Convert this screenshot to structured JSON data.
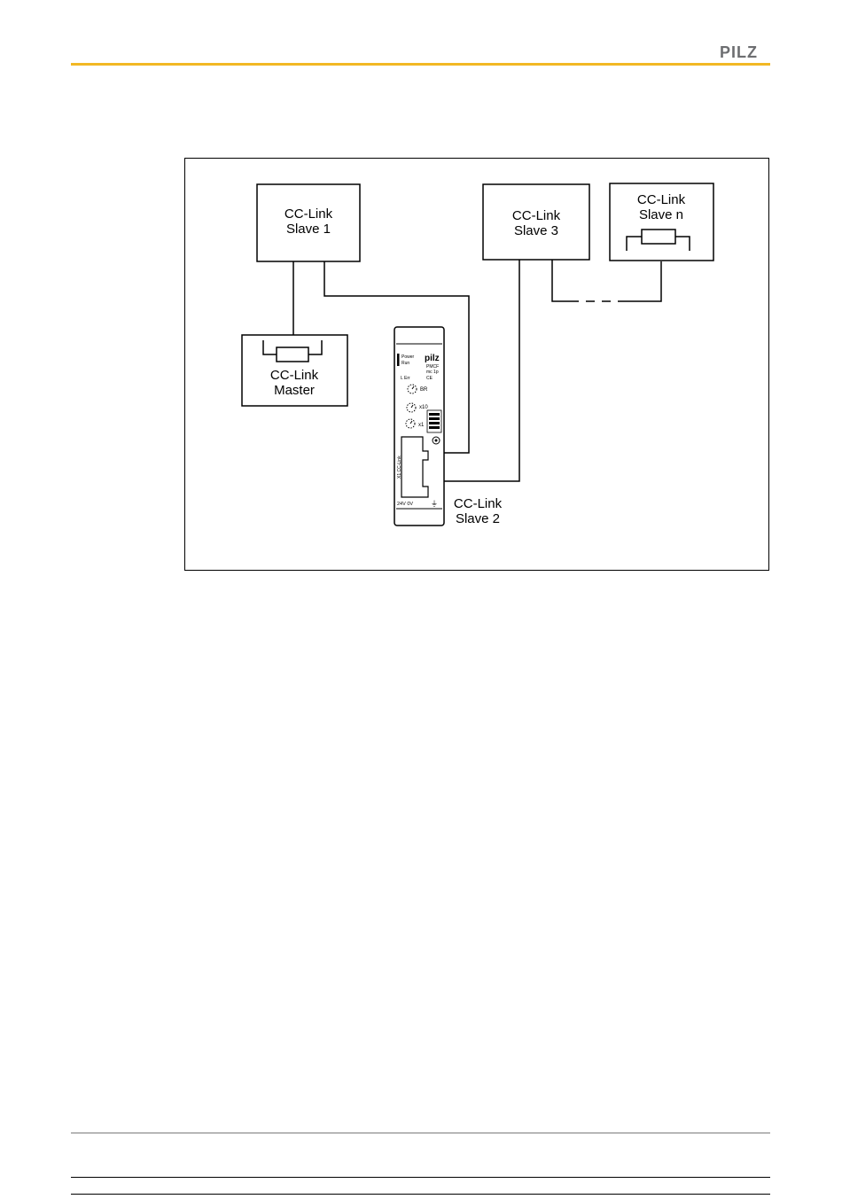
{
  "header": {
    "logo_text": "PILZ",
    "accent_color": "#f2b824"
  },
  "diagram": {
    "nodes": {
      "slave1": [
        "CC-Link",
        "Slave 1"
      ],
      "master": [
        "CC-Link",
        "Master"
      ],
      "slave3": [
        "CC-Link",
        "Slave 3"
      ],
      "slaven": [
        "CC-Link",
        "Slave n"
      ],
      "slave2": [
        "CC-Link",
        "Slave 2"
      ]
    },
    "device": {
      "brand": "pilz",
      "led_labels": [
        "Power",
        "Run",
        "L Err"
      ],
      "model": [
        "PMCF",
        "mc 1p"
      ],
      "ce_mark": "CE",
      "switch_labels": [
        "BR",
        "x10",
        "x1"
      ],
      "connector_label": "X1 CC-Link",
      "power_label": "24V  0V",
      "ground_symbol": "⏚"
    }
  }
}
